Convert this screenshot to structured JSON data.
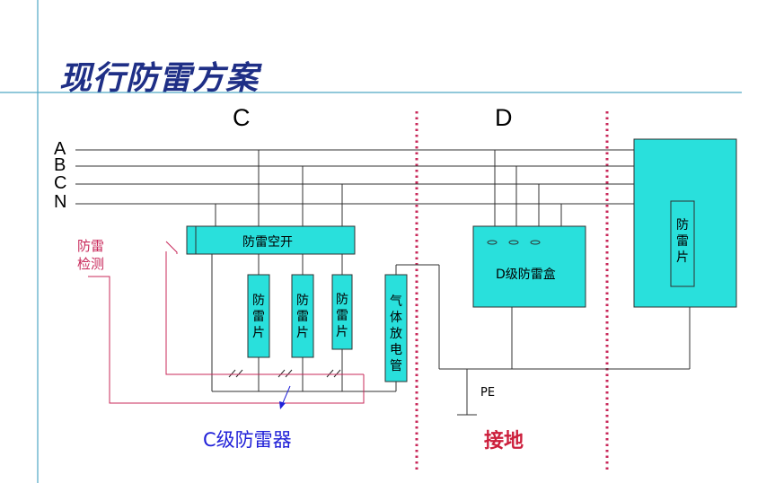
{
  "slide": {
    "title": "现行防雷方案",
    "accent_color": "#4fa8c4",
    "box_fill": "#29e0dc",
    "wire_color": "#303030",
    "detect_color": "#c8285a",
    "divider_color": "#c8285a"
  },
  "sections": {
    "c": "C",
    "d": "D"
  },
  "lines": [
    "A",
    "B",
    "C",
    "N"
  ],
  "c_zone": {
    "breaker": "防雷空开",
    "arresters": [
      "防雷片",
      "防雷片",
      "防雷片"
    ],
    "gas_tube": "气体放电管",
    "detect_label": [
      "防雷",
      "检测"
    ],
    "c_level_label": "C级防雷器"
  },
  "d_zone": {
    "box_label": "D级防雷盒",
    "pe_label": "PE",
    "ground_label": "接地"
  },
  "right_zone": {
    "inner_label": "防雷片"
  }
}
